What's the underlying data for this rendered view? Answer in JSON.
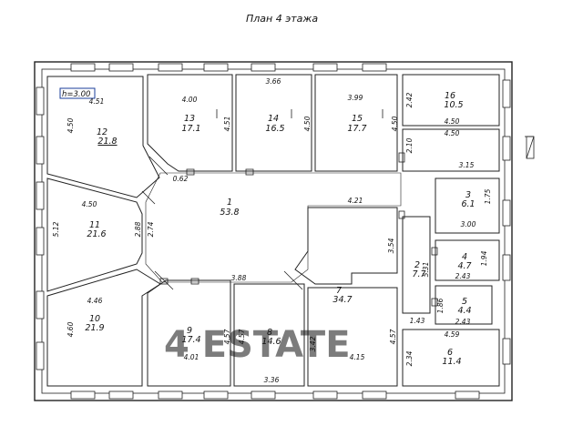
{
  "title": "План 4 этажа",
  "ceiling_height": "h=3.00",
  "watermark": "4 ESTATE",
  "rooms": [
    {
      "number": "1",
      "area": "53.8"
    },
    {
      "number": "2",
      "area": "7.7"
    },
    {
      "number": "3",
      "area": "6.1"
    },
    {
      "number": "4",
      "area": "4.7"
    },
    {
      "number": "5",
      "area": "4.4"
    },
    {
      "number": "6",
      "area": "11.4"
    },
    {
      "number": "7",
      "area": "34.7"
    },
    {
      "number": "8",
      "area": "14.6"
    },
    {
      "number": "9",
      "area": "17.4"
    },
    {
      "number": "10",
      "area": "21.9"
    },
    {
      "number": "11",
      "area": "21.6"
    },
    {
      "number": "12",
      "area": "21.8"
    },
    {
      "number": "13",
      "area": "17.1"
    },
    {
      "number": "14",
      "area": "16.5"
    },
    {
      "number": "15",
      "area": "17.7"
    },
    {
      "number": "16",
      "area": "10.5"
    }
  ],
  "dimensions": {
    "d_451": "4.51",
    "d_450_r12": "4.50",
    "d_400": "4.00",
    "d_451_r13": "4.51",
    "d_366": "3.66",
    "d_450_r14": "4.50",
    "d_399": "3.99",
    "d_450_r15": "4.50",
    "d_242": "2.42",
    "d_450_r16a": "4.50",
    "d_450_r16b": "4.50",
    "d_210": "2.10",
    "d_315": "3.15",
    "d_062": "0.62",
    "d_450_r11": "4.50",
    "d_512": "5.12",
    "d_288": "2.88",
    "d_274": "2.74",
    "d_421": "4.21",
    "d_175": "1.75",
    "d_300": "3.00",
    "d_354": "3.54",
    "d_531": "5.31",
    "d_194": "1.94",
    "d_243a": "2.43",
    "d_186": "1.86",
    "d_243b": "2.43",
    "d_143": "1.43",
    "d_459": "4.59",
    "d_234": "2.34",
    "d_388": "3.88",
    "d_446": "4.46",
    "d_460": "4.60",
    "d_457a": "4.57",
    "d_457b": "4.57",
    "d_401": "4.01",
    "d_336": "3.36",
    "d_342": "3.42",
    "d_415": "4.15",
    "d_457c": "4.57"
  }
}
